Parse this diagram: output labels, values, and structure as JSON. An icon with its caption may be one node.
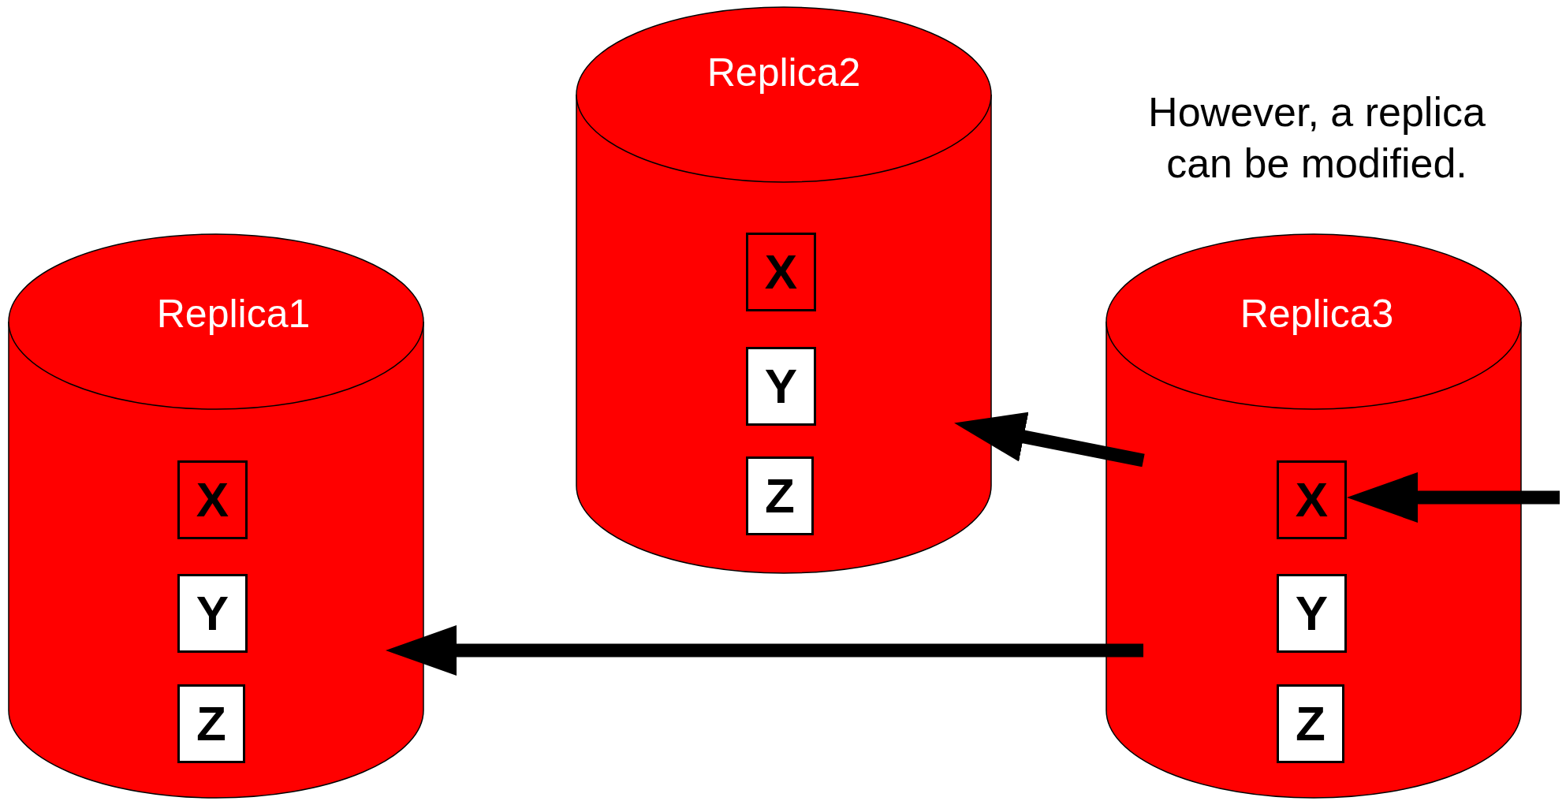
{
  "diagram": {
    "nodes": [
      {
        "text": [
          "Replica1"
        ]
      },
      {
        "text": [
          "X"
        ],
        "in": 0
      },
      {
        "text": [
          "Y"
        ],
        "in": 0
      },
      {
        "text": [
          "Z"
        ],
        "in": 0
      },
      {
        "text": [
          "Replica2"
        ]
      },
      {
        "text": [
          "X"
        ],
        "in": 4
      },
      {
        "text": [
          "Y"
        ],
        "in": 4
      },
      {
        "text": [
          "Z"
        ],
        "in": 4
      },
      {
        "text": [
          "Replica3"
        ]
      },
      {
        "text": [
          "X"
        ],
        "in": 8
      },
      {
        "text": [
          "Y"
        ],
        "in": 8
      },
      {
        "text": [
          "Z"
        ],
        "in": 8
      }
    ],
    "edges": [
      {
        "from": 8,
        "to": 4,
        "arrow": "to"
      },
      {
        "from": 8,
        "to": 0,
        "arrow": "to"
      },
      {
        "from": null,
        "to": 9,
        "arrow": "to"
      }
    ],
    "labels": [
      "However, a replica can be modified."
    ]
  }
}
